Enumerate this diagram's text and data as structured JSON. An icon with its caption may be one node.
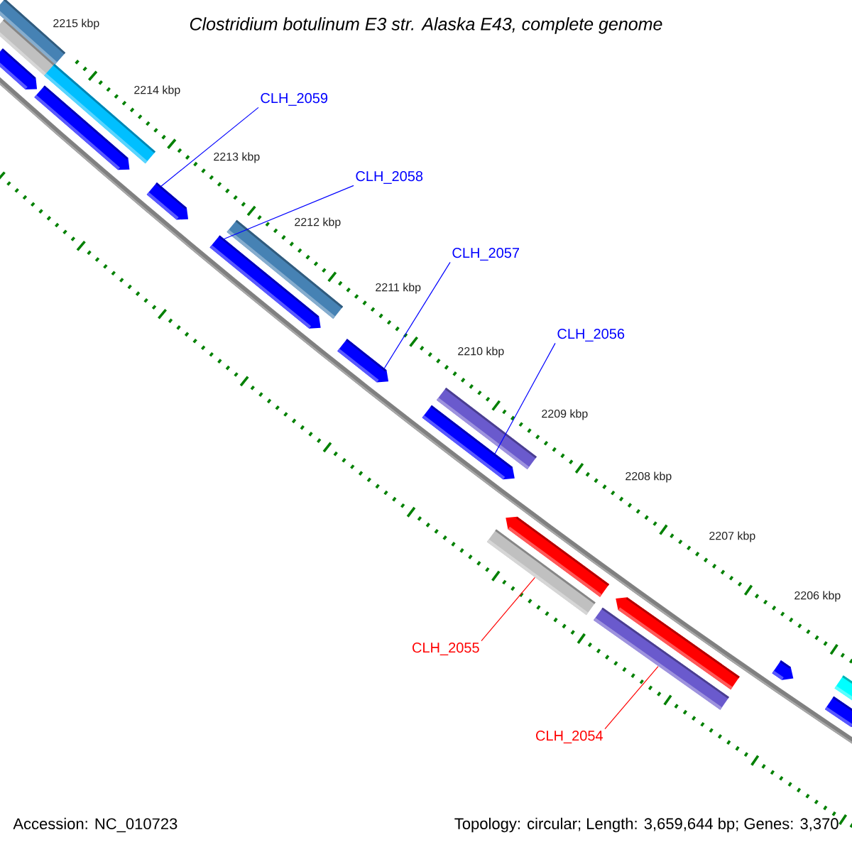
{
  "diagram": {
    "title": "Clostridium botulinum E3 str. Alaska E43, complete genome",
    "nodes": [
      {
        "text": [
          "CLH_2059"
        ]
      },
      {
        "text": [
          "CLH_2058"
        ]
      },
      {
        "text": [
          "CLH_2057"
        ]
      },
      {
        "text": [
          "CLH_2056"
        ]
      },
      {
        "text": [
          "CLH_2055"
        ]
      },
      {
        "text": [
          "CLH_2054"
        ]
      },
      {
        "text": [],
        "shape": "bar"
      },
      {
        "text": [],
        "shape": "bar"
      },
      {
        "text": [],
        "shape": "bar"
      },
      {
        "text": [],
        "shape": "bar"
      },
      {
        "text": [],
        "shape": "bar"
      },
      {
        "text": [],
        "shape": "bar"
      },
      {
        "text": [],
        "shape": "arrow"
      },
      {
        "text": [],
        "shape": "arrow"
      },
      {
        "text": [],
        "shape": "arrow"
      },
      {
        "text": [],
        "shape": "arrow"
      },
      {
        "text": [],
        "shape": "arrow"
      },
      {
        "text": [],
        "shape": "arrow"
      },
      {
        "text": [],
        "shape": "arrow"
      },
      {
        "text": [],
        "shape": "arrow"
      },
      {
        "text": [],
        "shape": "arrow"
      },
      {
        "text": [],
        "shape": "arrow"
      },
      {
        "text": [],
        "shape": "bar"
      },
      {
        "text": [],
        "shape": "bar"
      }
    ],
    "edges": [
      {
        "from": 0,
        "to": 14,
        "arrow": "none"
      },
      {
        "from": 1,
        "to": 15,
        "arrow": "none"
      },
      {
        "from": 2,
        "to": 16,
        "arrow": "none"
      },
      {
        "from": 3,
        "to": 17,
        "arrow": "none"
      },
      {
        "from": 4,
        "to": 22,
        "arrow": "none",
        "color": "#ff0000"
      },
      {
        "from": 5,
        "to": 23,
        "arrow": "none",
        "color": "#ff0000"
      }
    ],
    "labels": [
      "2215 kbp",
      "2214 kbp",
      "2213 kbp",
      "2212 kbp",
      "2211 kbp",
      "2210 kbp",
      "2209 kbp",
      "2208 kbp",
      "2207 kbp",
      "2206 kbp",
      "Accession: NC_010723",
      "Topology: circular; Length: 3,659,644 bp; Genes: 3,370"
    ]
  }
}
